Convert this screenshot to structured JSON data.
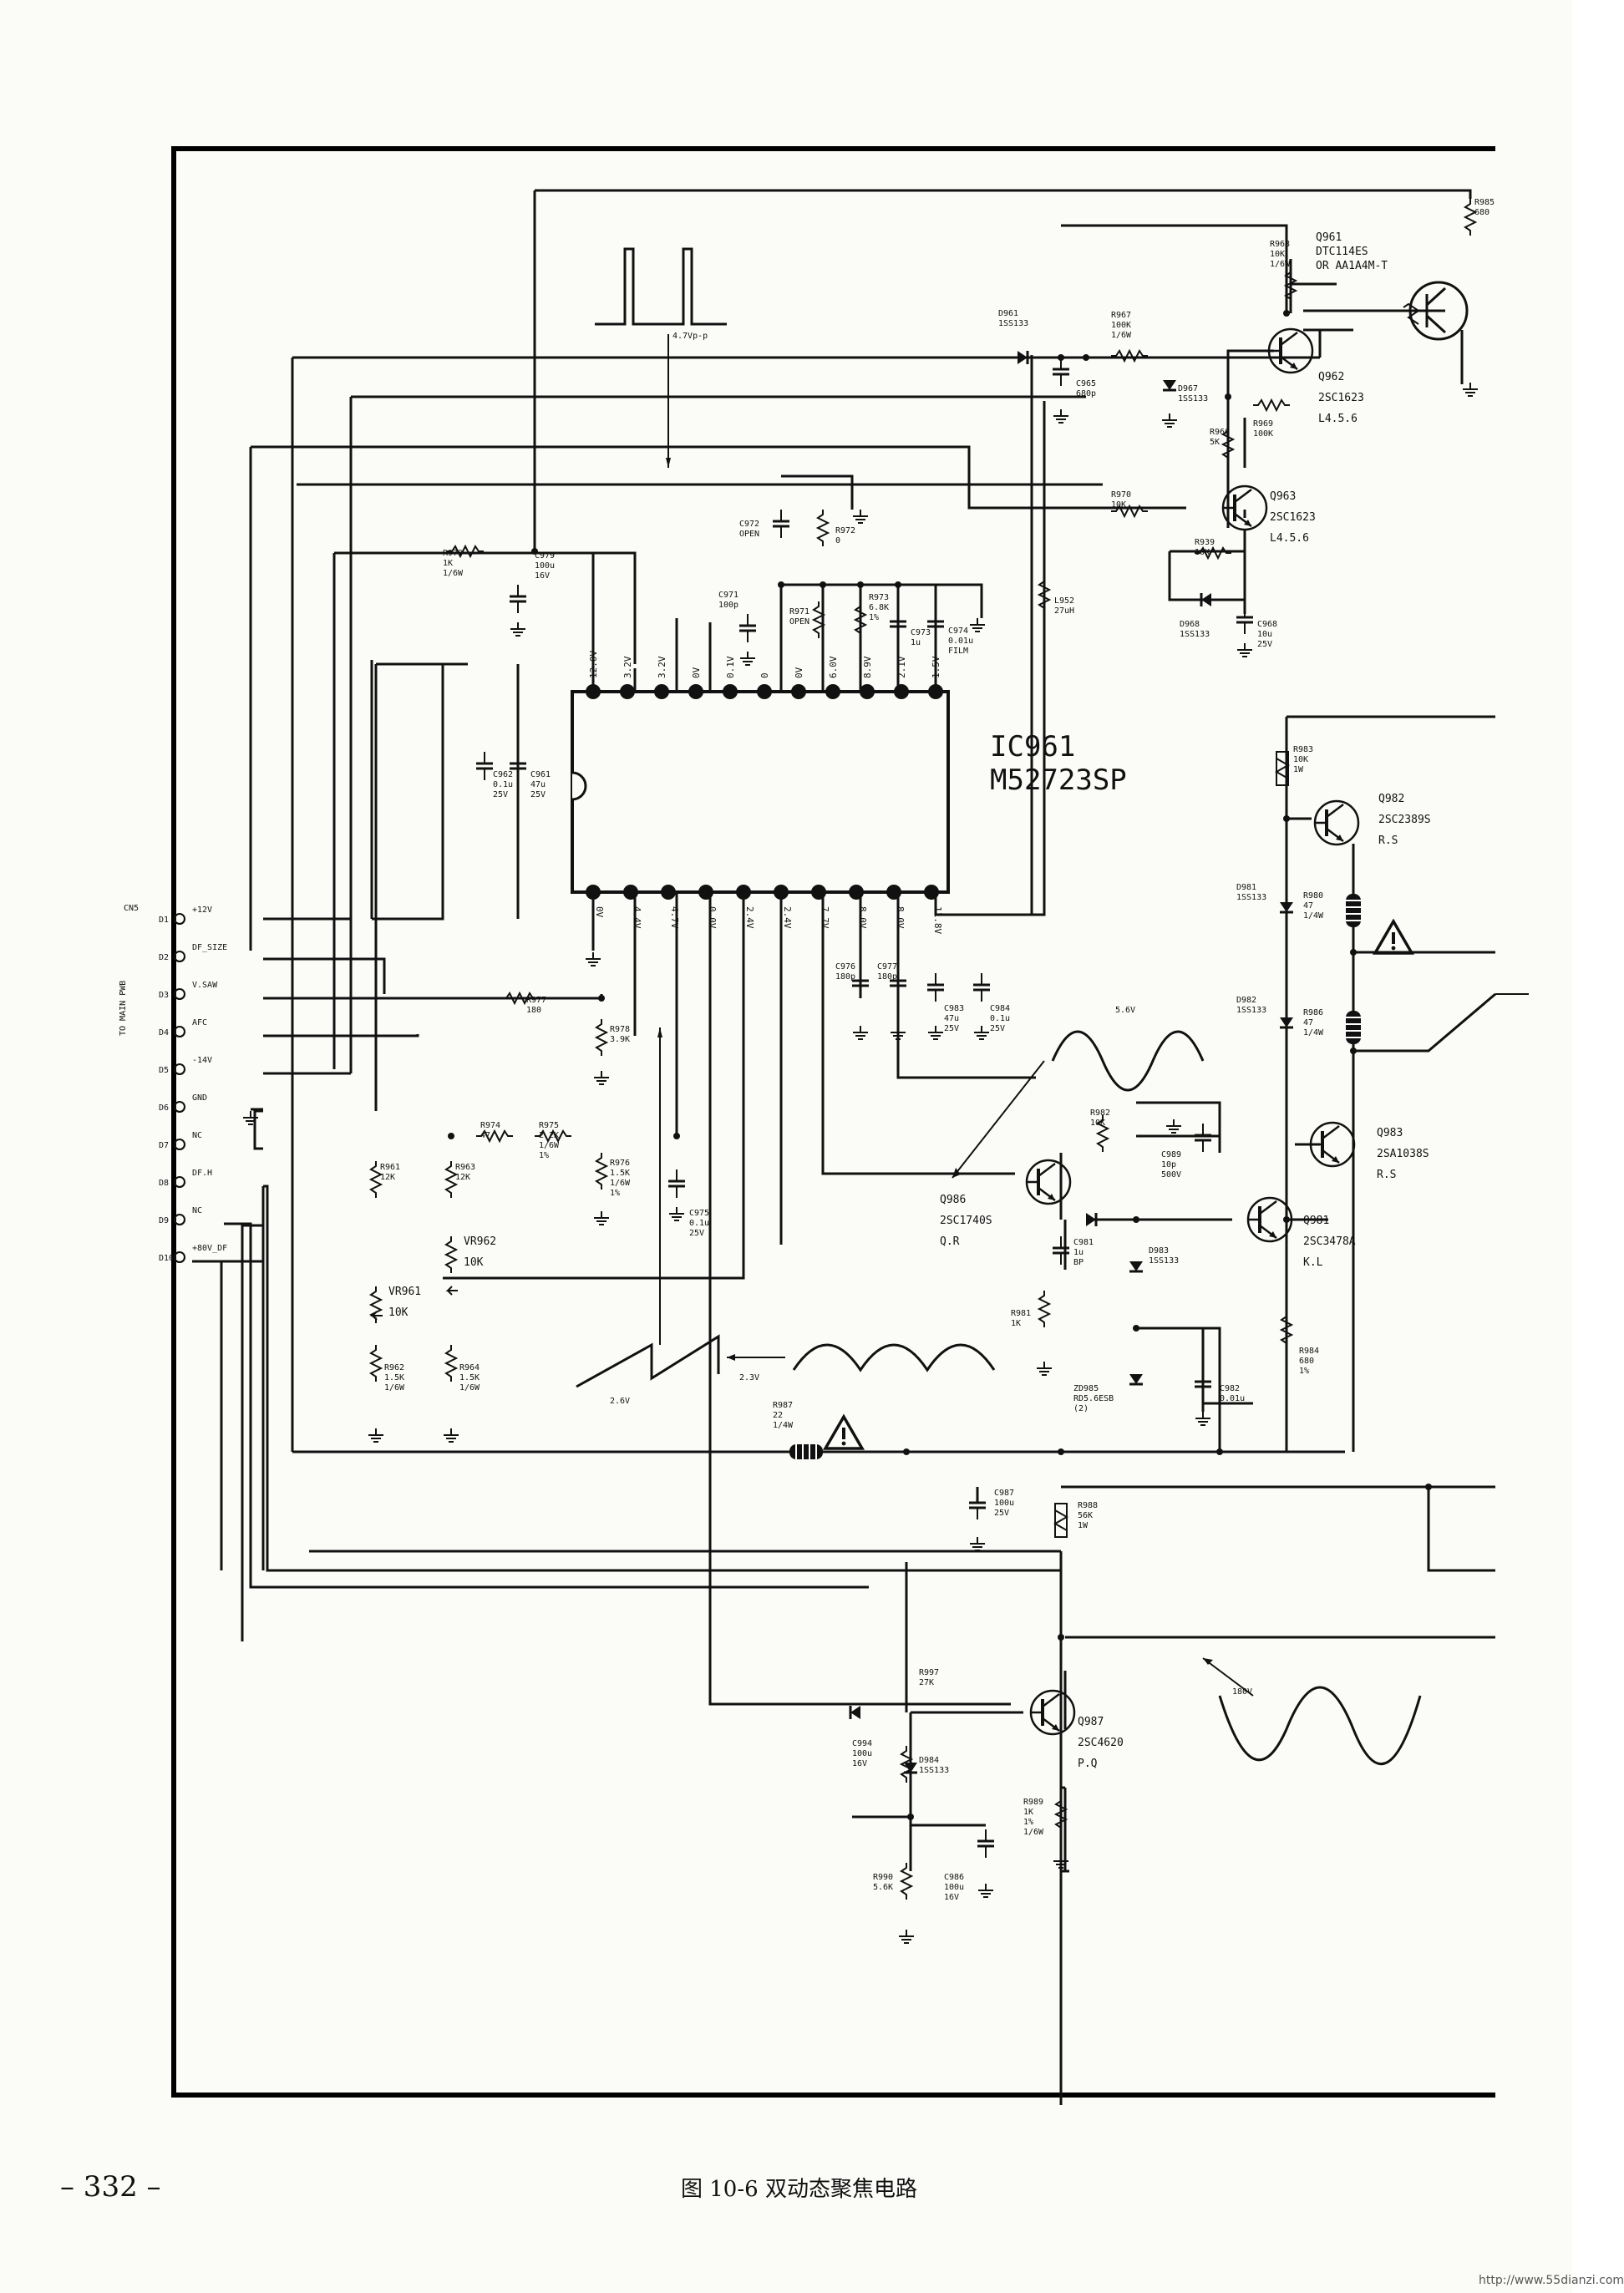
{
  "footer": {
    "page_number": "– 332 –",
    "caption": "图 10-6   双动态聚焦电路",
    "url": "http://www.55dianzi.com"
  },
  "ic": {
    "ref": "IC961",
    "part": "M52723SP",
    "top_pins": [
      "12.0V",
      "3.2V",
      "3.2V",
      "0V",
      "0.1V",
      "0",
      "0V",
      "6.0V",
      "8.9V",
      "2.1V",
      "1.5V"
    ],
    "bottom_pins": [
      "0V",
      "4.4V",
      "4.7V",
      "0.0V",
      "2.4V",
      "2.4V",
      "7.7V",
      "8.0V",
      "8.0V",
      "11.8V"
    ]
  },
  "connector": {
    "ref": "CN5",
    "side_label": "TO MAIN PWB",
    "pins": [
      {
        "n": "D1",
        "label": "+12V"
      },
      {
        "n": "D2",
        "label": "DF_SIZE"
      },
      {
        "n": "D3",
        "label": "V.SAW"
      },
      {
        "n": "D4",
        "label": "AFC"
      },
      {
        "n": "D5",
        "label": "-14V"
      },
      {
        "n": "D6",
        "label": "GND"
      },
      {
        "n": "D7",
        "label": "NC"
      },
      {
        "n": "D8",
        "label": "DF.H"
      },
      {
        "n": "D9",
        "label": "NC"
      },
      {
        "n": "D10",
        "label": "+80V_DF"
      }
    ]
  },
  "transistors": [
    {
      "ref": "Q961",
      "part": "DTC114ES",
      "alt": "OR AA1A4M-T"
    },
    {
      "ref": "Q962",
      "part": "2SC1623",
      "rank": "L4.5.6"
    },
    {
      "ref": "Q963",
      "part": "2SC1623",
      "rank": "L4.5.6"
    },
    {
      "ref": "Q982",
      "part": "2SC2389S",
      "rank": "R.S"
    },
    {
      "ref": "Q983",
      "part": "2SA1038S",
      "rank": "R.S"
    },
    {
      "ref": "Q981",
      "part": "2SC3478A",
      "rank": "K.L"
    },
    {
      "ref": "Q986",
      "part": "2SC1740S",
      "rank": "Q.R"
    },
    {
      "ref": "Q987",
      "part": "2SC4620",
      "rank": "P.Q"
    }
  ],
  "pots": [
    {
      "ref": "VR962",
      "value": "10K"
    },
    {
      "ref": "VR961",
      "value": "10K"
    }
  ],
  "waveforms": {
    "top_pulse": "4.7Vp-p",
    "mid_sine": "5.6V",
    "saw": "2.6V",
    "mid_arc": "2.3V",
    "bottom_arc": "180V"
  },
  "parts": {
    "R985": "R985\n680",
    "R968": "R968\n10K\n1/6W",
    "D961": "D961\n1SS133",
    "R967": "R967\n100K\n1/6W",
    "D967": "D967\n1SS133",
    "C965": "C965\n680p",
    "R969": "R969\n100K",
    "R966": "R966\n5K",
    "R970": "R970\n10K",
    "R939": "R939\n10K",
    "D968": "D968\n1SS133",
    "C968": "C968\n10u\n25V",
    "C972": "C972\nOPEN",
    "R972": "R972\n0",
    "C971": "C971\n100p",
    "R971": "R971\nOPEN",
    "R973": "R973\n6.8K\n1%",
    "C973": "C973\n1u",
    "C974": "C974\n0.01u\nFILM",
    "L952": "L952\n27uH",
    "R979": "R979\n1K\n1/6W",
    "C979": "C979\n100u\n16V",
    "C962": "C962\n0.1u\n25V",
    "C961": "C961\n47u\n25V",
    "R977": "R977\n180",
    "R978": "R978\n3.9K",
    "C976": "C976\n180p",
    "C977": "C977\n180p",
    "C983": "C983\n47u\n25V",
    "C984": "C984\n0.1u\n25V",
    "R974": "R974\n47",
    "R975": "R975\n2.2K\n1/6W\n1%",
    "R976": "R976\n1.5K\n1/6W\n1%",
    "C975": "C975\n0.1u\n25V",
    "R961": "R961\n12K",
    "R963": "R963\n12K",
    "R962": "R962\n1.5K\n1/6W",
    "R964": "R964\n1.5K\n1/6W",
    "R983": "R983\n10K\n1W",
    "D981": "D981\n1SS133",
    "R980": "R980\n47\n1/4W",
    "D982": "D982\n1SS133",
    "R986": "R986\n47\n1/4W",
    "R982": "R982\n10K",
    "C989": "C989\n10p\n500V",
    "C981": "C981\n1u\nBP",
    "D983": "D983\n1SS133",
    "R981": "R981\n1K",
    "R984": "R984\n680\n1%",
    "Z0985": "ZD985\nRD5.6ESB\n(2)",
    "C982": "C982\n0.01u",
    "R987": "R987\n22\n1/4W",
    "C987": "C987\n100u\n25V",
    "R988": "R988\n56K\n1W",
    "R997": "R997\n27K",
    "C994": "C994\n100u\n16V",
    "D984": "D984\n1SS133",
    "R989": "R989\n1K\n1%\n1/6W",
    "R990": "R990\n5.6K",
    "C986": "C986\n100u\n16V"
  }
}
